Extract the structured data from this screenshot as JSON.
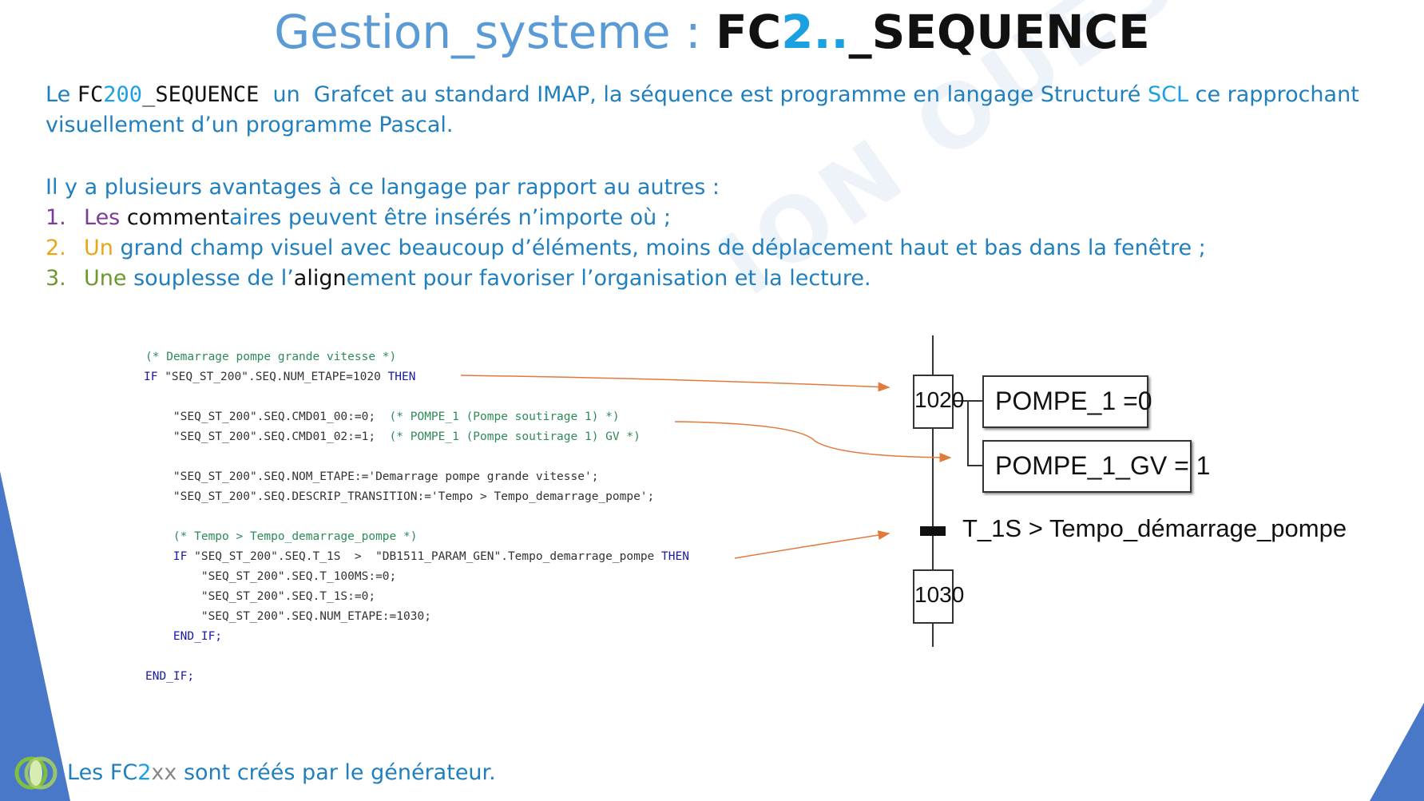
{
  "title": {
    "part1": "Gestion_systeme : ",
    "part2": "FC",
    "part3": "2..",
    "part4": "_SEQUENCE"
  },
  "intro": {
    "le": "Le ",
    "fc": "FC",
    "num": "200",
    "seq": "_SEQUENCE",
    "rest1": "  un  Grafcet au standard IMAP, la séquence est programme en langage Structuré ",
    "scl": "SCL",
    "rest2": " ce rapprochant",
    "line2": "visuellement d’un programme Pascal."
  },
  "advantages_heading": "Il y a plusieurs avantages à ce langage par rapport au autres :",
  "list": [
    {
      "num": "1.",
      "first": "Les",
      "mid": " comment",
      "rest": "aires peuvent être insérés n’importe où ;"
    },
    {
      "num": "2.",
      "first": "Un",
      "mid": "",
      "rest": " grand champ visuel avec beaucoup d’éléments, moins de déplacement haut et bas dans la fenêtre ;"
    },
    {
      "num": "3.",
      "first": "Une",
      "mid": " souplesse de l’",
      "mid2": "align",
      "rest": "ement pour favoriser l’organisation et la lecture."
    }
  ],
  "watermark": "ION OUEST",
  "code": {
    "l1": "(* Demarrage pompe grande vitesse *)",
    "l2a": "IF ",
    "l2b": "\"SEQ_ST_200\".SEQ.NUM_ETAPE=1020 ",
    "l2c": "THEN",
    "l3a": "    \"SEQ_ST_200\".SEQ.CMD01_00:=0;  ",
    "l3b": "(* POMPE_1 (Pompe soutirage 1) *)",
    "l4a": "    \"SEQ_ST_200\".SEQ.CMD01_02:=1;  ",
    "l4b": "(* POMPE_1 (Pompe soutirage 1) GV *)",
    "l5": "    \"SEQ_ST_200\".SEQ.NOM_ETAPE:='Demarrage pompe grande vitesse';",
    "l6": "    \"SEQ_ST_200\".SEQ.DESCRIP_TRANSITION:='Tempo > Tempo_demarrage_pompe';",
    "l7": "    (* Tempo > Tempo_demarrage_pompe *)",
    "l8a": "    IF ",
    "l8b": "\"SEQ_ST_200\".SEQ.T_1S  >  \"DB1511_PARAM_GEN\".Tempo_demarrage_pompe ",
    "l8c": "THEN",
    "l9": "        \"SEQ_ST_200\".SEQ.T_100MS:=0;",
    "l10": "        \"SEQ_ST_200\".SEQ.T_1S:=0;",
    "l11": "        \"SEQ_ST_200\".SEQ.NUM_ETAPE:=1030;",
    "l12": "    END_IF;",
    "l13": "END_IF;"
  },
  "grafcet": {
    "step1": "1020",
    "step2": "1030",
    "action1": "POMPE_1 =0",
    "action2": "POMPE_1_GV = 1",
    "transition": "T_1S > Tempo_démarrage_pompe"
  },
  "footer": {
    "a": "Les FC",
    "b": "2",
    "c": "xx",
    "d": " sont créés par le générateur."
  },
  "colors": {
    "accent_blue": "#1f7fbf",
    "title_blue": "#5b9bd5",
    "arrow_orange": "#e07b3a",
    "corner_blue": "#4a78c8"
  }
}
